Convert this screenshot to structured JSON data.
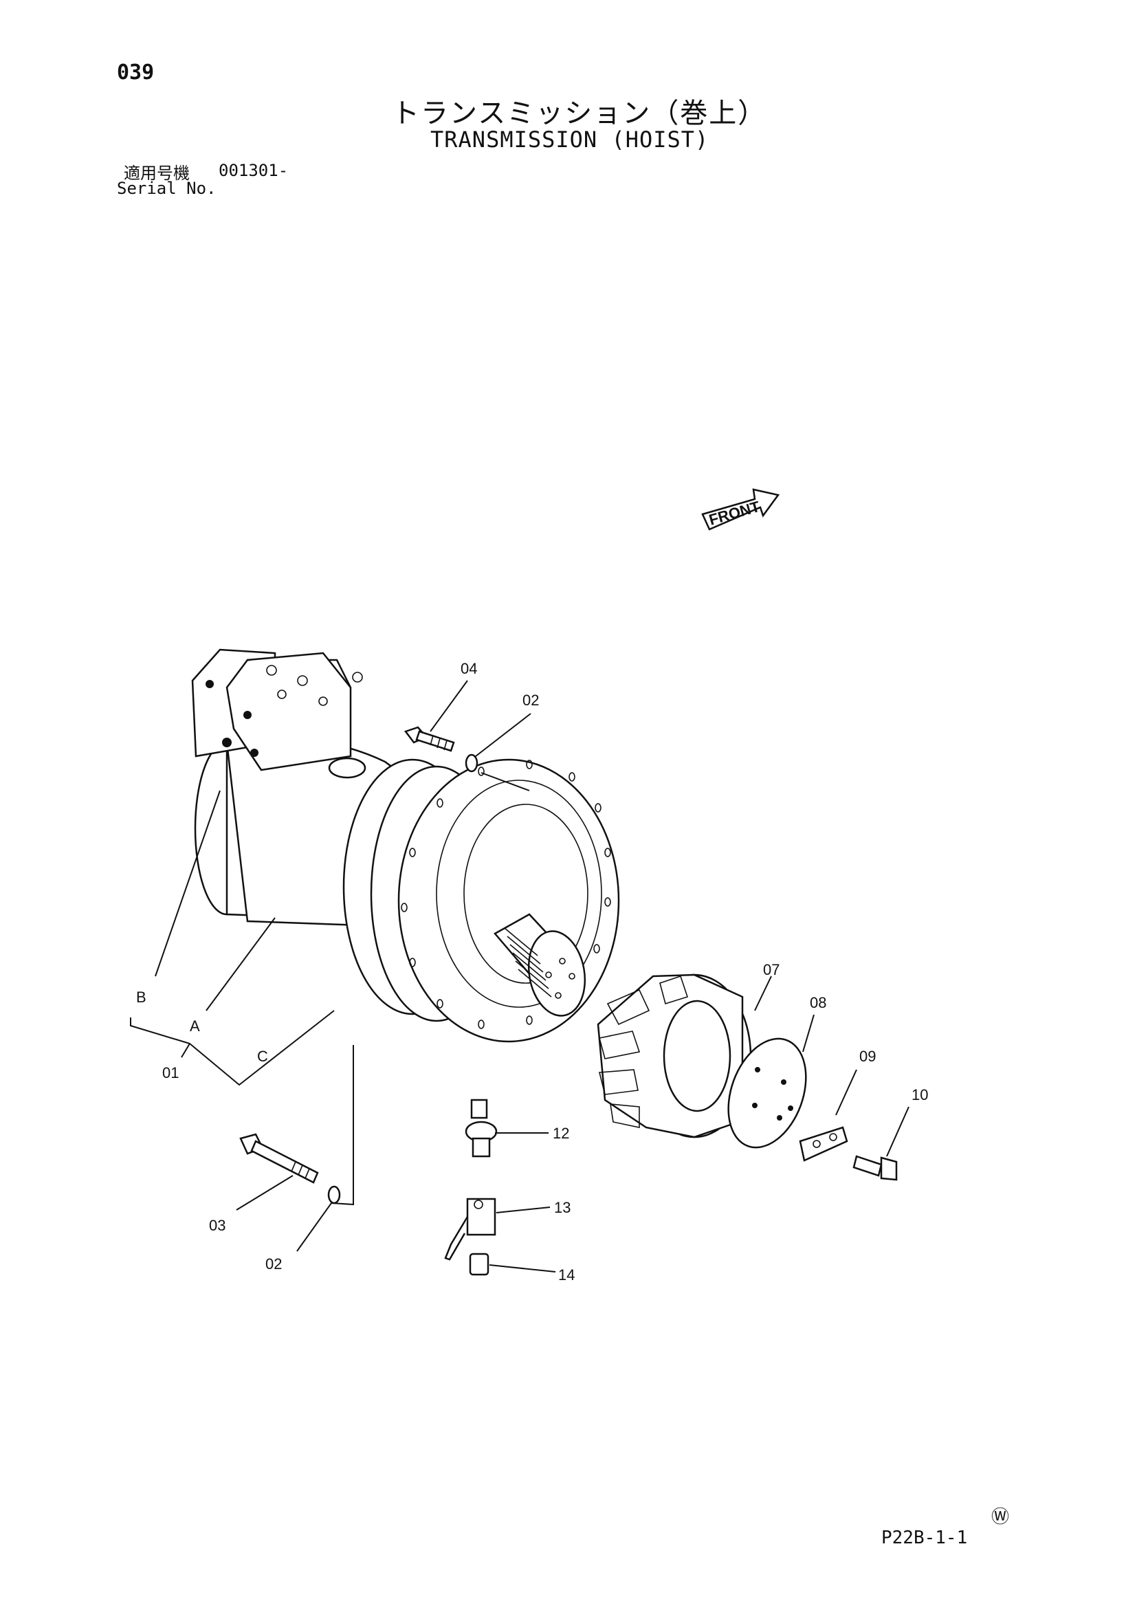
{
  "header": {
    "page_number": "039",
    "title_jp": "トランスミッション（巻上）",
    "title_en": "TRANSMISSION (HOIST)",
    "serial_label_jp": "適用号機",
    "serial_value": "001301-",
    "serial_label_en": "Serial No."
  },
  "diagram": {
    "front_label": "FRONT",
    "callouts": {
      "01": "01",
      "A": "A",
      "B": "B",
      "C": "C",
      "02a": "02",
      "02b": "02",
      "03": "03",
      "04": "04",
      "07": "07",
      "08": "08",
      "09": "09",
      "10": "10",
      "12": "12",
      "13": "13",
      "14": "14"
    }
  },
  "footer": {
    "mark": "Ⓦ",
    "page_code": "P22B-1-1"
  }
}
